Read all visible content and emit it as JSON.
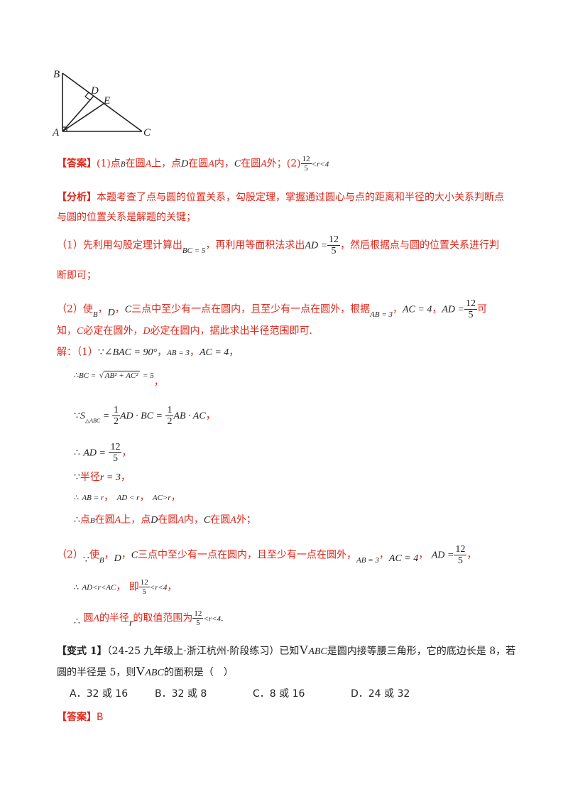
{
  "figure": {
    "labels": {
      "B": "B",
      "D": "D",
      "E": "E",
      "A": "A",
      "C": "C"
    }
  },
  "answer1": {
    "tag": "【答案】",
    "p1": "(1)点",
    "B": "B",
    "p2": "在圆",
    "A1": "A",
    "p3": "上，点",
    "D": "D",
    "p4": "在圆",
    "A2": "A",
    "p5": "内，",
    "C": "C",
    "p6": "在圆",
    "A3": "A",
    "p7": "外；(2)",
    "frac_n": "12",
    "frac_d": "5",
    "tail": "<r<4"
  },
  "analysis": {
    "tag": "【分析】",
    "line1": "本题考查了点与圆的位置关系，勾股定理，掌握通过圆心与点的距离和半径的大小关系判断点",
    "line2": "与圆的位置关系是解题的关键；"
  },
  "part1": {
    "a": "（1）先利用勾股定理计算出",
    "bc": "BC = 5",
    "b": "，再利用等面积法求出",
    "ad": "AD =",
    "frac_n": "12",
    "frac_d": "5",
    "c": "，然后根据点与圆的位置关系进行判",
    "d": "断即可；"
  },
  "part2": {
    "a": "（2）使",
    "B": "B",
    "sep1": "，",
    "D": "D",
    "sep2": "，",
    "C": "C",
    "b": "三点中至少有一点在圆内，且至少有一点在圆外，根据",
    "ab": "AB = 3",
    "sep3": "，",
    "ac": "AC = 4",
    "sep4": "，",
    "ad": "AD =",
    "frac_n": "12",
    "frac_d": "5",
    "c": "可",
    "d1": "知，",
    "Cc": "C",
    "d2": "必定在圆外，",
    "Dd": "D",
    "d3": "必定在圆内，据此求出半径范围即可."
  },
  "solution": {
    "s1_label": "解：（1）",
    "s1_because": "∵",
    "s1_angle": "∠BAC = 90°",
    "s1_c1": "，",
    "s1_ab": "AB = 3",
    "s1_c2": "，",
    "s1_ac": "AC = 4",
    "s1_c3": "，",
    "s2_therefore": "∴",
    "s2_bc": "BC =",
    "s2_sqrt": "AB² + AC²",
    "s2_eq": "= 5",
    "s2_c": "，",
    "s3_because": "∵",
    "s3_s": "S",
    "s3_sub": "△ABC",
    "s3_eq1": "=",
    "s3_half_n": "1",
    "s3_half_d": "2",
    "s3_adbc": "AD · BC =",
    "s3_abac": "AB · AC",
    "s3_c": "，",
    "s4_therefore": "∴",
    "s4_ad": "AD =",
    "s4_n": "12",
    "s4_d": "5",
    "s4_c": "，",
    "s5_because": "∵",
    "s5_text": "半径",
    "s5_r": "r = 3",
    "s5_c": "，",
    "s6_therefore": "∴",
    "s6_ab": "AB = r",
    "s6_c1": "，",
    "s6_ad": "AD < r",
    "s6_c2": "，",
    "s6_ac": "AC>r",
    "s6_c3": "，",
    "s7_therefore": "∴",
    "s7_p1": "点",
    "s7_B": "B",
    "s7_p2": "在圆",
    "s7_A1": "A",
    "s7_p3": "上，点",
    "s7_D": "D",
    "s7_p4": "在圆",
    "s7_A2": "A",
    "s7_p5": "内，",
    "s7_C": "C",
    "s7_p6": "在圆",
    "s7_A3": "A",
    "s7_p7": "外；",
    "s8_label": "（2）",
    "s8_because": "∵",
    "s8_a": "使",
    "s8_B": "B",
    "s8_c1": "，",
    "s8_D": "D",
    "s8_c2": "，",
    "s8_C": "C",
    "s8_b": "三点中至少有一点在圆内，且至少有一点在圆外，",
    "s8_ab": "AB = 3",
    "s8_c3": "，",
    "s8_ac": "AC = 4",
    "s8_c4": "，",
    "s8_ad": "AD =",
    "s8_n": "12",
    "s8_d": "5",
    "s8_c5": "，",
    "s9_therefore": "∴",
    "s9_ineq": "AD<r<AC",
    "s9_c": "，",
    "s9_ji": "即",
    "s9_n": "12",
    "s9_d": "5",
    "s9_tail": "<r<4",
    "s9_c2": "，",
    "s10_therefore": "∴",
    "s10_a": "圆",
    "s10_A": "A",
    "s10_b": "的半径",
    "s10_r": "r",
    "s10_c": "的取值范围为",
    "s10_n": "12",
    "s10_d": "5",
    "s10_tail": "<r<4",
    "s10_dot": "."
  },
  "variant": {
    "tag": "【变式 1】",
    "src": "（24-25 九年级上·浙江杭州·阶段练习）已知",
    "tri1": "V",
    "abc1": "ABC",
    "q1": "是圆内接等腰三角形，它的底边长是 8，若",
    "q2a": "圆的半径是 5，则",
    "tri2": "V",
    "abc2": "ABC",
    "q2b": "的面积是（　）",
    "options": [
      {
        "label": "A．32 或 16"
      },
      {
        "label": "B．32 或 8"
      },
      {
        "label": "C．8 或 16"
      },
      {
        "label": "D．24 或 32"
      }
    ],
    "answer_tag": "【答案】",
    "answer": "B"
  }
}
